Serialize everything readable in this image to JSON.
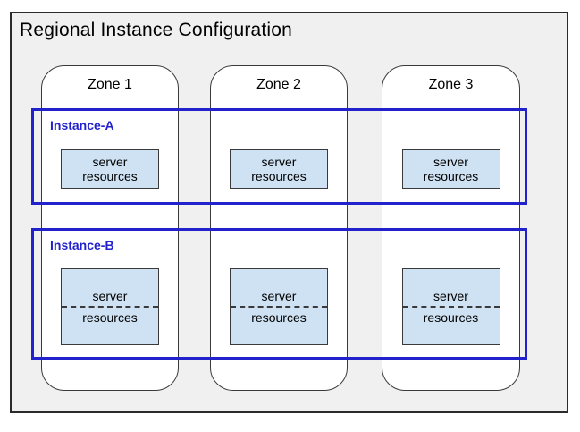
{
  "title": "Regional Instance Configuration",
  "zones": [
    {
      "label": "Zone 1"
    },
    {
      "label": "Zone 2"
    },
    {
      "label": "Zone 3"
    }
  ],
  "instances": [
    {
      "label": "Instance-A"
    },
    {
      "label": "Instance-B"
    }
  ],
  "server_box": {
    "line1": "server",
    "line2": "resources"
  },
  "colors": {
    "accent_blue": "#2222cc",
    "server_box_fill": "#cfe2f3",
    "container_fill": "#f0f0f0",
    "border_dark": "#2b2b2b"
  }
}
